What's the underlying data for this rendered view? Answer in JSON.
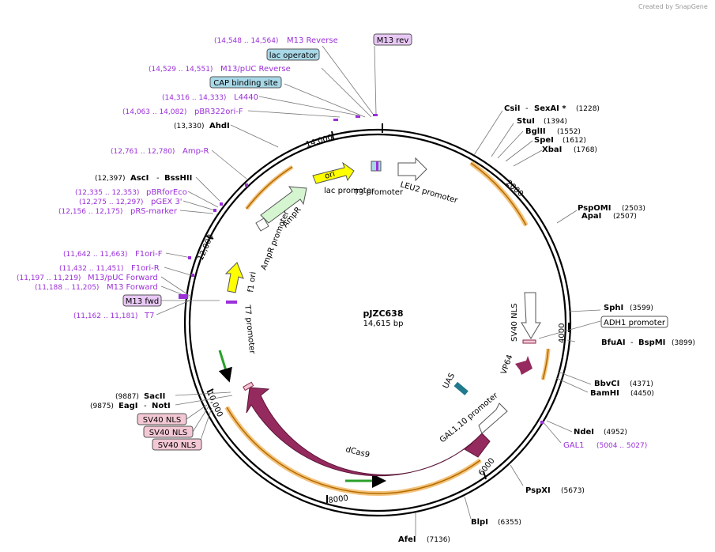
{
  "watermark": "Created by SnapGene",
  "plasmid": {
    "name": "pJZC638",
    "size_label": "14,615 bp",
    "length_bp": 14615
  },
  "ticks": [
    "2000",
    "4000",
    "6000",
    "8000",
    "10,000",
    "12,000",
    "14,000"
  ],
  "features": [
    {
      "label": "ori",
      "kind": "yellow-arrow"
    },
    {
      "label": "lac promoter",
      "kind": "promoter"
    },
    {
      "label": "T3 promoter",
      "kind": "promoter"
    },
    {
      "label": "LEU2 promoter",
      "kind": "promoter"
    },
    {
      "label": "AmpR",
      "kind": "green-arrow"
    },
    {
      "label": "AmpR promoter",
      "kind": "promoter"
    },
    {
      "label": "f1 ori",
      "kind": "yellow-arrow"
    },
    {
      "label": "T7 promoter",
      "kind": "promoter"
    },
    {
      "label": "SV40 NLS",
      "kind": "promoter"
    },
    {
      "label": "VP64",
      "kind": "cds"
    },
    {
      "label": "UAS",
      "kind": "site"
    },
    {
      "label": "GAL1,10 promoter",
      "kind": "promoter"
    },
    {
      "label": "dCas9",
      "kind": "cds"
    }
  ],
  "enzymes_right": [
    {
      "name": "CsiI",
      "extra": "SexAI *",
      "pos": "(1228)"
    },
    {
      "name": "StuI",
      "extra": "",
      "pos": "(1394)"
    },
    {
      "name": "BglII",
      "extra": "",
      "pos": "(1552)"
    },
    {
      "name": "SpeI",
      "extra": "",
      "pos": "(1612)"
    },
    {
      "name": "XbaI",
      "extra": "",
      "pos": "(1768)"
    },
    {
      "name": "PspOMI",
      "extra": "",
      "pos": "(2503)"
    },
    {
      "name": "ApaI",
      "extra": "",
      "pos": "(2507)"
    },
    {
      "name": "SphI",
      "extra": "",
      "pos": "(3599)"
    },
    {
      "name": "BfuAI",
      "extra": "BspMI",
      "pos": "(3899)"
    },
    {
      "name": "BbvCI",
      "extra": "",
      "pos": "(4371)"
    },
    {
      "name": "BamHI",
      "extra": "",
      "pos": "(4450)"
    },
    {
      "name": "NdeI",
      "extra": "",
      "pos": "(4952)"
    },
    {
      "name": "PspXI",
      "extra": "",
      "pos": "(5673)"
    },
    {
      "name": "BlpI",
      "extra": "",
      "pos": "(6355)"
    },
    {
      "name": "AfeI",
      "extra": "",
      "pos": "(7136)"
    }
  ],
  "enzymes_left": [
    {
      "name": "AhdI",
      "extra": "",
      "pos": "(13,330)"
    },
    {
      "name": "AscI",
      "extra": "BssHII",
      "pos": "(12,397)"
    },
    {
      "name": "SacII",
      "extra": "",
      "pos": "(9887)"
    },
    {
      "name": "EagI",
      "extra": "NotI",
      "pos": "(9875)"
    }
  ],
  "primers": [
    {
      "name": "M13 Reverse",
      "range": "(14,548 .. 14,564)"
    },
    {
      "name": "M13/pUC Reverse",
      "range": "(14,529 .. 14,551)"
    },
    {
      "name": "L4440",
      "range": "(14,316 .. 14,333)"
    },
    {
      "name": "pBR322ori-F",
      "range": "(14,063 .. 14,082)"
    },
    {
      "name": "Amp-R",
      "range": "(12,761 .. 12,780)"
    },
    {
      "name": "pBRforEco",
      "range": "(12,335 .. 12,353)"
    },
    {
      "name": "pGEX 3'",
      "range": "(12,275 .. 12,297)"
    },
    {
      "name": "pRS-marker",
      "range": "(12,156 .. 12,175)"
    },
    {
      "name": "F1ori-F",
      "range": "(11,642 .. 11,663)"
    },
    {
      "name": "F1ori-R",
      "range": "(11,432 .. 11,451)"
    },
    {
      "name": "M13/pUC Forward",
      "range": "(11,197 .. 11,219)"
    },
    {
      "name": "M13 Forward",
      "range": "(11,188 .. 11,205)"
    },
    {
      "name": "T7",
      "range": "(11,162 .. 11,181)"
    },
    {
      "name": "GAL1",
      "range": "(5004 .. 5027)"
    }
  ],
  "boxes": {
    "m13_rev": "M13 rev",
    "lac_operator": "lac operator",
    "cap_site": "CAP binding site",
    "m13_fwd": "M13 fwd",
    "adh1": "ADH1 promoter",
    "sv40_1": "SV40 NLS",
    "sv40_2": "SV40 NLS",
    "sv40_3": "SV40 NLS"
  },
  "colors": {
    "primer": "#9b30d9",
    "enzyme": "#000000",
    "dcas9": "#952a5e",
    "yellow": "#ffff00",
    "green_light": "#d4f5d0",
    "orange": "#d98c00",
    "lac_box": "#a8d8e8",
    "m13_box": "#e8c8f5",
    "sv40_box": "#f3c8d4"
  }
}
